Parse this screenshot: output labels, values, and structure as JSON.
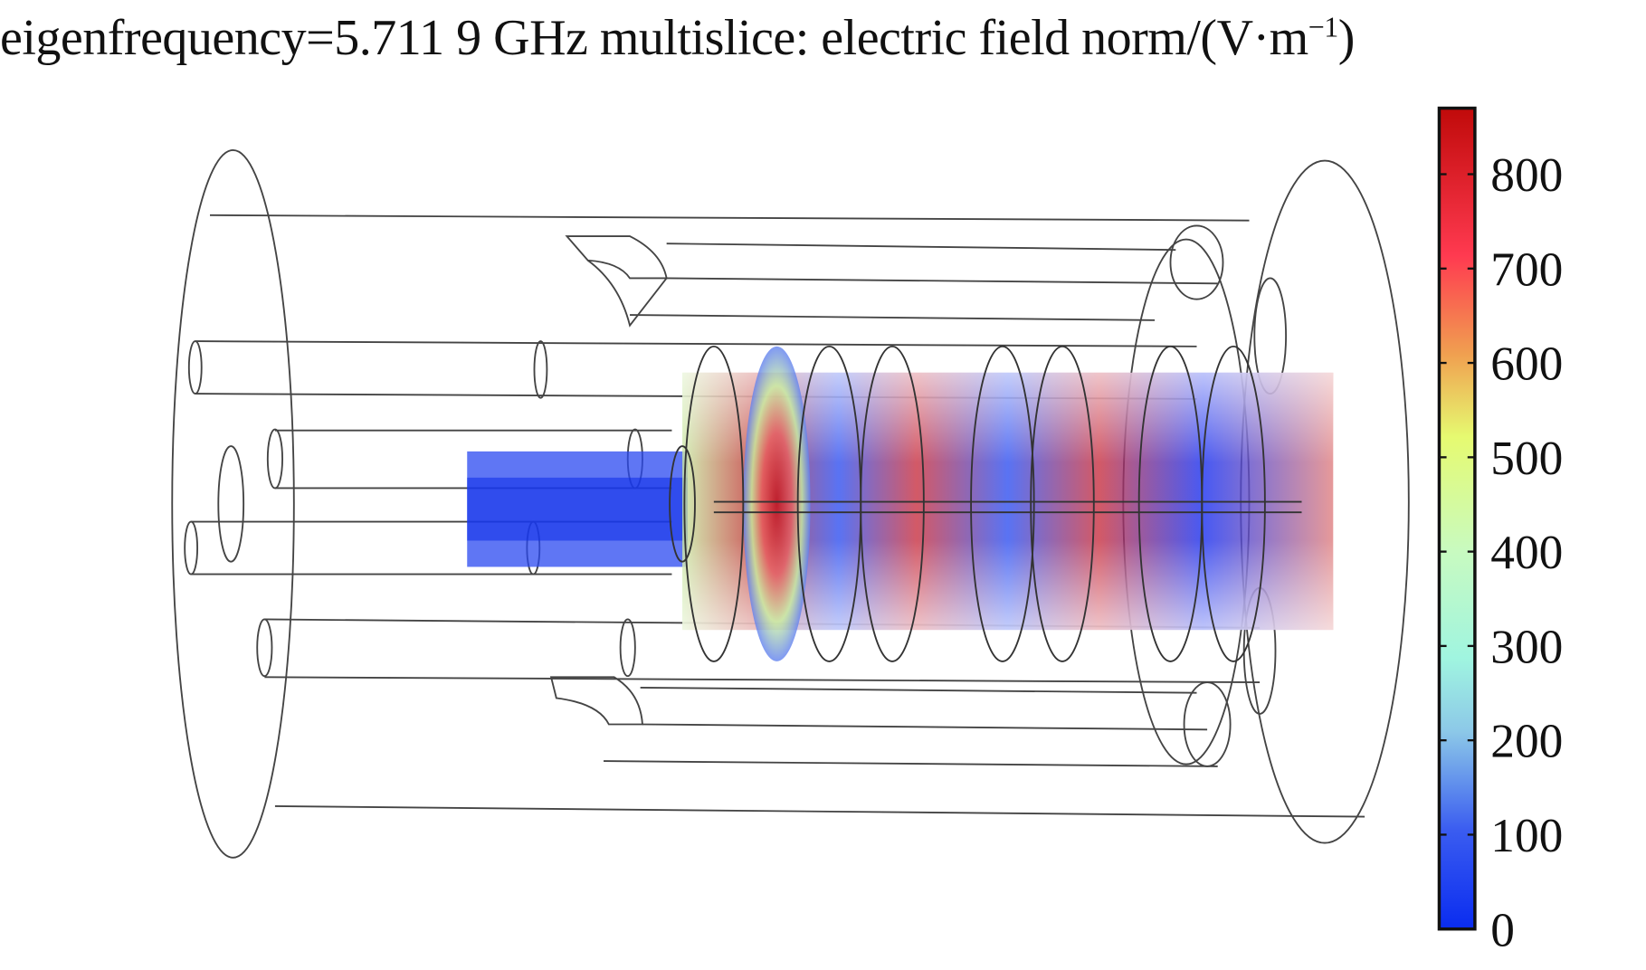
{
  "title": {
    "main": "eigenfrequency=5.711 9 GHz multislice: electric field norm/(V·m",
    "superscript": "−1",
    "close": ")"
  },
  "colorbar": {
    "quantity": "electric field norm",
    "unit": "V·m−1",
    "range": [
      0,
      870
    ],
    "ticks": [
      "0",
      "100",
      "200",
      "300",
      "400",
      "500",
      "600",
      "700",
      "800"
    ],
    "colors": [
      "#0a2cf0",
      "#3a5cf0",
      "#8cc8e8",
      "#a0f5e0",
      "#c8fac0",
      "#e6fa70",
      "#f0a050",
      "#ff3a50",
      "#c00a0a"
    ]
  }
}
